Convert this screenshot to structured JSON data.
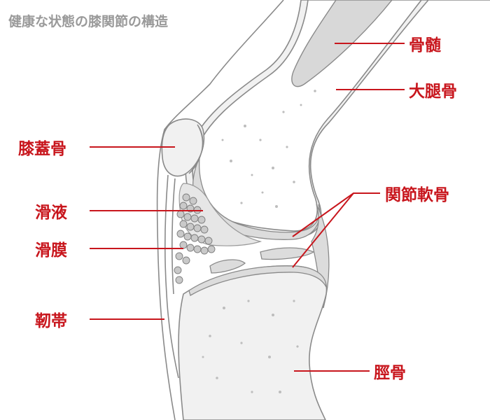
{
  "title": "健康な状態の膝関節の構造",
  "labels": {
    "marrow": "骨髄",
    "femur": "大腿骨",
    "patella": "膝蓋骨",
    "synovial_fluid": "滑液",
    "articular_cartilage": "関節軟骨",
    "synovium": "滑膜",
    "ligament": "靭帯",
    "tibia": "脛骨"
  },
  "colors": {
    "label": "#c8161d",
    "title": "#9a9a9a",
    "outline": "#8a8a8a",
    "bone_fill": "#f1f1f1",
    "cartilage_fill": "#dcdcdc"
  }
}
